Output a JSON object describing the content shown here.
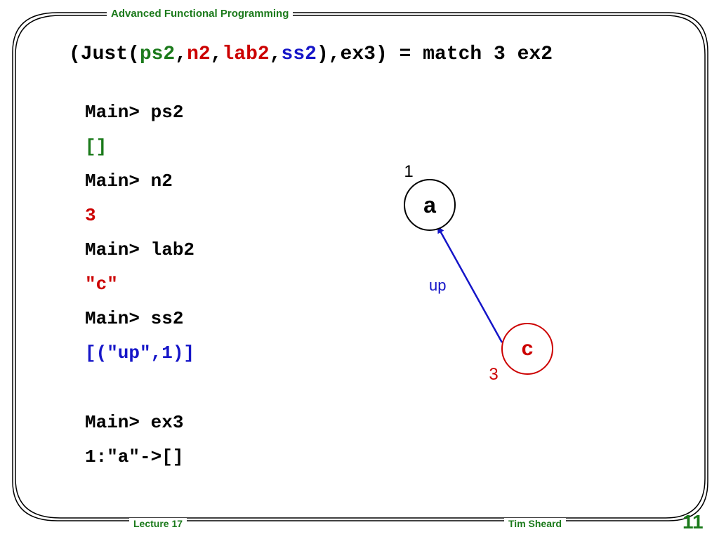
{
  "header": {
    "title": "Advanced Functional Programming"
  },
  "title_line": {
    "prefix": "(Just(",
    "ps2": "ps2",
    "comma1": ",",
    "n2": "n2",
    "comma2": ",",
    "lab2": "lab2",
    "comma3": ",",
    "ss2": "ss2",
    "suffix": "),ex3) = match 3 ex2"
  },
  "session": [
    {
      "text": "Main> ps2",
      "kind": "prompt"
    },
    {
      "text": "[]",
      "kind": "result-green"
    },
    {
      "text": "Main> n2",
      "kind": "prompt"
    },
    {
      "text": "3",
      "kind": "result-red"
    },
    {
      "text": "Main> lab2",
      "kind": "prompt"
    },
    {
      "text": "\"c\"",
      "kind": "result-red"
    },
    {
      "text": "Main> ss2",
      "kind": "prompt"
    },
    {
      "text": "[(\"up\",1)]",
      "kind": "result-blue"
    },
    {
      "text": "Main> ex3",
      "kind": "prompt"
    },
    {
      "text": "1:\"a\"->[]",
      "kind": "prompt"
    }
  ],
  "graph": {
    "node_a": {
      "label": "a",
      "number": "1"
    },
    "node_c": {
      "label": "c",
      "number": "3"
    },
    "edge": {
      "label": "up"
    }
  },
  "footer": {
    "left": "Lecture 17",
    "right": "Tim Sheard",
    "page": "11"
  },
  "colors": {
    "green": "#1b7a1b",
    "red": "#cc0000",
    "blue": "#1515c8",
    "black": "#000000"
  }
}
